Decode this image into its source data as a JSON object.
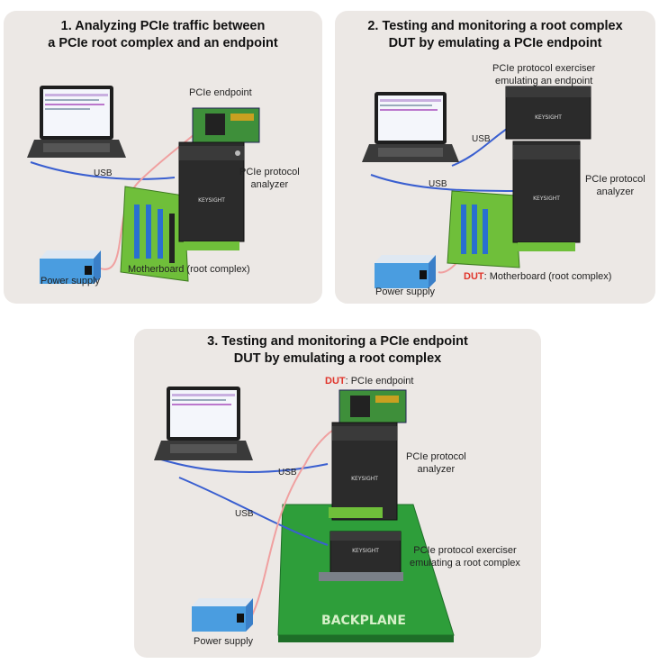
{
  "panels": [
    {
      "title_line1": "1. Analyzing PCIe traffic between",
      "title_line2": "a PCIe root complex and an endpoint",
      "labels": {
        "endpoint": "PCIe endpoint",
        "analyzer_line1": "PCIe protocol",
        "analyzer_line2": "analyzer",
        "usb": "USB",
        "motherboard": "Motherboard (root complex)",
        "power_supply": "Power supply"
      }
    },
    {
      "title_line1": "2. Testing and monitoring a root complex",
      "title_line2": "DUT by emulating a PCIe endpoint",
      "labels": {
        "exerciser_line1": "PCIe protocol exerciser",
        "exerciser_line2": "emulating an endpoint",
        "analyzer_line1": "PCIe protocol",
        "analyzer_line2": "analyzer",
        "usb_1": "USB",
        "usb_2": "USB",
        "dut_prefix": "DUT",
        "motherboard": ": Motherboard (root complex)",
        "power_supply": "Power supply"
      }
    },
    {
      "title_line1": "3. Testing and monitoring a PCIe endpoint",
      "title_line2": "DUT by emulating a root complex",
      "labels": {
        "dut_prefix": "DUT",
        "endpoint": ": PCIe endpoint",
        "analyzer_line1": "PCIe protocol",
        "analyzer_line2": "analyzer",
        "exerciser_line1": "PCIe protocol exerciser",
        "exerciser_line2": "emulating a root complex",
        "usb_1": "USB",
        "usb_2": "USB",
        "backplane": "BACKPLANE",
        "power_supply": "Power supply"
      }
    }
  ],
  "device_brand": "KEYSIGHT",
  "colors": {
    "panel_bg": "#ece8e5",
    "usb_cable": "#3a5fd0",
    "power_cable": "#f0a0a0",
    "dut_red": "#e0342a",
    "board_green": "#6fbf3a",
    "backplane_green": "#2e9e3a",
    "psu_blue": "#4a9de0",
    "device_black": "#2b2b2b"
  }
}
